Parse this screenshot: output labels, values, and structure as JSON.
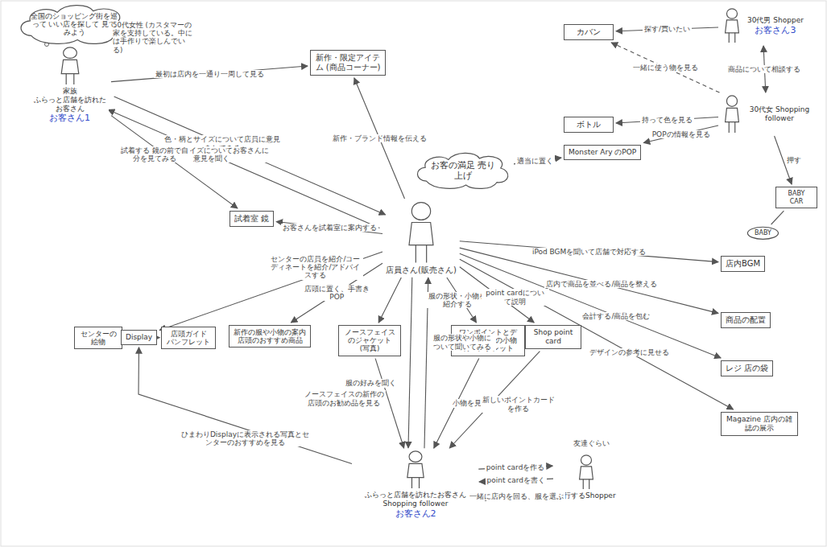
{
  "diagram": {
    "nodes": [
      {
        "text": [
          "全国のショッピング街を巡って いい店を探して 見てみよう"
        ]
      },
      {
        "text": [
          "家族",
          "ふらっと店舗を訪れたお客さん",
          "お客さん1"
        ]
      },
      {
        "text": [
          "新作・限定アイテム (商品コーナー)"
        ]
      },
      {
        "text": [
          "カバン"
        ]
      },
      {
        "text": [
          "30代男 Shopper",
          "お客さん3"
        ]
      },
      {
        "text": [
          "ボトル"
        ]
      },
      {
        "text": [
          "Monster Ary のPOP"
        ]
      },
      {
        "text": [
          "30代女 Shopping follower"
        ]
      },
      {
        "text": [
          "お客の満足 売り上げ"
        ]
      },
      {
        "text": [
          "試着室 鏡"
        ]
      },
      {
        "text": [
          "BABY CAR"
        ]
      },
      {
        "text": [
          "店員さん(販売さん)"
        ]
      },
      {
        "text": [
          "BABY"
        ]
      },
      {
        "text": [
          "店内BGM"
        ]
      },
      {
        "text": [
          "センターの絵物"
        ]
      },
      {
        "text": [
          "Display"
        ]
      },
      {
        "text": [
          "店頭ガイド パンフレット"
        ]
      },
      {
        "text": [
          "新作の服や小物の案内 店頭のおすすめ商品"
        ]
      },
      {
        "text": [
          "ノースフェイスのジャケット(写真)"
        ]
      },
      {
        "text": [
          "ワンポイントとデザインの中の小物のパンフレット"
        ]
      },
      {
        "text": [
          "Shop point card"
        ]
      },
      {
        "text": [
          "商品の配置"
        ]
      },
      {
        "text": [
          "レジ 店の袋"
        ]
      },
      {
        "text": [
          "Magazine 店内の雑誌の展示"
        ]
      },
      {
        "text": [
          "ふらっと店舗を訪れたお客さん Shopping follower",
          "お客さん2"
        ]
      },
      {
        "text": [
          "同行するShopper"
        ]
      }
    ],
    "edges": [
      {
        "from": 1,
        "to": 2,
        "label": "最初は店内を一通り一周して見る",
        "arrow": "to"
      },
      {
        "from": 11,
        "to": 2,
        "label": "新作・ブランド情報を伝える",
        "arrow": "to"
      },
      {
        "from": 1,
        "to": 11,
        "label": "色・柄とサイズについて店員に意見をしてみる",
        "arrow": "to"
      },
      {
        "from": 11,
        "to": 1,
        "label": "色・柄とサイズについてお客さんに意見を聞く",
        "arrow": "to"
      },
      {
        "from": 1,
        "to": 9,
        "label": "試着する 鏡の前で自分を見てみる",
        "arrow": "to"
      },
      {
        "from": 11,
        "to": 9,
        "label": "お客さんを試着室に案内する",
        "arrow": "to"
      },
      {
        "from": 4,
        "to": 3,
        "label": "探す/買いたい",
        "arrow": "to"
      },
      {
        "from": 7,
        "to": 3,
        "label": "一緒に使う物を見る",
        "arrow": "to"
      },
      {
        "from": 4,
        "to": 7,
        "label": "商品について相談する",
        "arrow": "both"
      },
      {
        "from": 7,
        "to": 5,
        "label": "持って色を見る",
        "arrow": "to"
      },
      {
        "from": 7,
        "to": 6,
        "label": "POPの情報を見る",
        "arrow": "to"
      },
      {
        "from": 7,
        "to": 10,
        "label": "押す",
        "arrow": "to"
      },
      {
        "from": 10,
        "to": 12,
        "arrow": "none"
      },
      {
        "from": 8,
        "to": 6,
        "label": "適当に置く",
        "arrow": "to"
      },
      {
        "from": 11,
        "to": 13,
        "label": "iPod BGMを聞いて店舗で対応する",
        "arrow": "to"
      },
      {
        "from": 11,
        "to": 21,
        "label": "店内で商品を並べる/商品を整える",
        "arrow": "to"
      },
      {
        "from": 11,
        "to": 22,
        "label": "会計する/商品を包む",
        "arrow": "to"
      },
      {
        "from": 11,
        "to": 23,
        "label": "デザインの参考に見せる",
        "arrow": "to"
      },
      {
        "from": 11,
        "to": 15,
        "label": "センターの店員を紹介/コーディネートを紹介/アドバイスする",
        "arrow": "to"
      },
      {
        "from": 14,
        "to": 15,
        "arrow": "none"
      },
      {
        "from": 16,
        "to": 15,
        "arrow": "to"
      },
      {
        "from": 11,
        "to": 17,
        "label": "店頭に置く、手書きPOP",
        "arrow": "to"
      },
      {
        "from": 11,
        "to": 18,
        "arrow": "to"
      },
      {
        "from": 11,
        "to": 19,
        "label": "服の形状・小物を紹介する",
        "arrow": "to"
      },
      {
        "from": 11,
        "to": 20,
        "label": "point cardについて説明",
        "arrow": "to"
      },
      {
        "from": 11,
        "to": 24,
        "label": "服の好みを聞く",
        "arrow": "to"
      },
      {
        "from": 24,
        "to": 11,
        "label": "服の形状や小物について聞いてみる",
        "arrow": "to"
      },
      {
        "from": 24,
        "to": 15,
        "label": "ひまわりDisplayに表示される写真とセンターのおすすめを見る",
        "arrow": "to"
      },
      {
        "from": 18,
        "to": 24,
        "label": "ノースフェイスの新作の店頭のお勧め品を見る",
        "arrow": "to"
      },
      {
        "from": 19,
        "to": 24,
        "label": "小物を見る",
        "arrow": "to"
      },
      {
        "from": 20,
        "to": 24,
        "label": "新しいポイントカードを作る",
        "arrow": "to"
      },
      {
        "from": 24,
        "to": 25,
        "label": "point cardを作る",
        "arrow": "to"
      },
      {
        "from": 25,
        "to": 24,
        "label": "point cardを書く",
        "arrow": "to"
      },
      {
        "from": 25,
        "to": 24,
        "label": "一緒に店内を回る、服を選ぶ",
        "arrow": "to"
      }
    ],
    "labels": [
      "50代女性 (カスタマーの家を支持している。中には手作りで楽しんでいる)",
      "友達ぐらい"
    ]
  }
}
